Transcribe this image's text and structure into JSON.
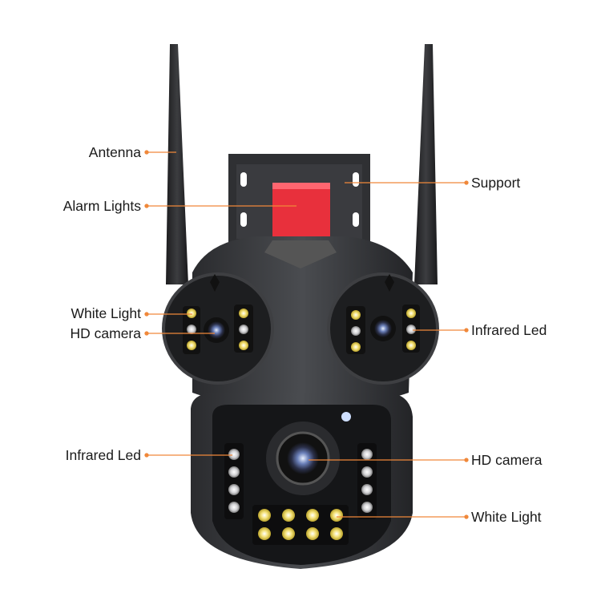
{
  "accent_color": "#f0883a",
  "labels_left": [
    {
      "text": "Antenna"
    },
    {
      "text": "Alarm Lights"
    },
    {
      "text": "White Light"
    },
    {
      "text": "HD camera"
    },
    {
      "text": "Infrared Led"
    }
  ],
  "labels_right": [
    {
      "text": "Support"
    },
    {
      "text": "Infrared Led"
    },
    {
      "text": "HD camera"
    },
    {
      "text": "White Light"
    }
  ]
}
